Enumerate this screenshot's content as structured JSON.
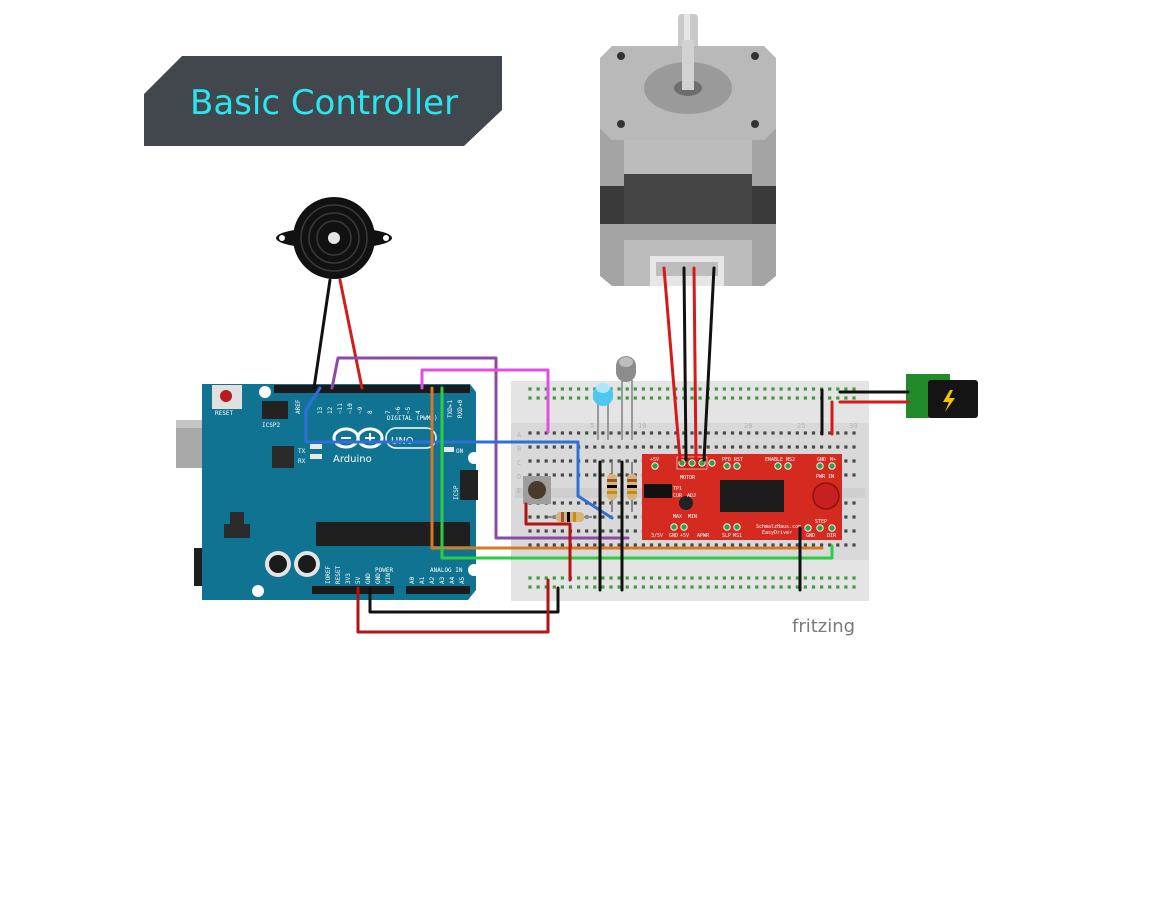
{
  "title": "Basic Controller",
  "watermark": "fritzing",
  "arduino": {
    "logo_text": "Arduino",
    "model": "UNO",
    "reset_label": "RESET",
    "icsp2_label": "ICSP2",
    "icsp_label": "ICSP",
    "tx_label": "TX",
    "rx_label": "RX",
    "on_label": "ON",
    "aref_label": "AREF",
    "digital_label": "DIGITAL (PWM~)",
    "txd_label": "TXD▸1",
    "rxd_label": "RXD◂0",
    "digital_pins": [
      "13",
      "12",
      "~11",
      "~10",
      "~9",
      "8",
      "7",
      "~6",
      "~5",
      "4"
    ],
    "power_label": "POWER",
    "analog_label": "ANALOG IN",
    "power_pins": [
      "IOREF",
      "RESET",
      "3V3",
      "5V",
      "GND",
      "GND",
      "VIN"
    ],
    "analog_pins": [
      "A0",
      "A1",
      "A2",
      "A3",
      "A4",
      "A5"
    ]
  },
  "breadboard": {
    "column_numbers": [
      "5",
      "10",
      "20",
      "25",
      "30"
    ],
    "row_letters": [
      "A",
      "B",
      "C",
      "D",
      "E"
    ]
  },
  "easydriver": {
    "motor_label": "MOTOR",
    "labels": [
      "+5V",
      "PFD",
      "RST",
      "ENABLE",
      "MS2",
      "GND",
      "M+",
      "PWR IN",
      "TP1",
      "CUR",
      "ADJ",
      "MAX",
      "MIN",
      "3/5V",
      "GND",
      "+5V",
      "APWR",
      "SLP",
      "MS1",
      "STEP",
      "DIR",
      "GND"
    ],
    "brand_line1": "SchmalzHaus.com",
    "brand_line2": "EasyDriver"
  },
  "colors": {
    "title_bg": "#41474c",
    "title_text": "#29e6f0",
    "arduino_board": "#0f7391",
    "easydriver_board": "#d42a20",
    "wire_red": "#d51a1a",
    "wire_black": "#111111",
    "wire_purple": "#8e4aa3",
    "wire_magenta": "#e24de2",
    "wire_blue": "#2f6fd6",
    "wire_orange": "#d67a22",
    "wire_green": "#2ecc40",
    "led_blue": "#4fc8f0",
    "led_grey": "#8c8c8c"
  },
  "icons": [
    "buzzer-icon",
    "stepper-motor-icon",
    "power-jack-icon",
    "push-button-icon",
    "resistor-icon",
    "led-icon"
  ]
}
